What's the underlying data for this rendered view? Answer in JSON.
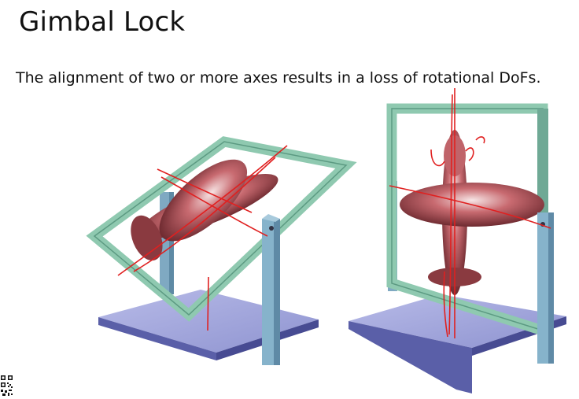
{
  "slide": {
    "title": "Gimbal Lock",
    "subtitle": "The alignment of two or more axes results in a loss of rotational DoFs."
  },
  "figures": {
    "left": {
      "icon": "gimbal-tilted-airplane"
    },
    "right": {
      "icon": "gimbal-upright-airplane"
    }
  },
  "colors": {
    "base": "#9a9fd6",
    "frame": "#8fc9b0",
    "post": "#7fa9c2",
    "plane": "#b9545a",
    "annotation": "#e02020"
  }
}
